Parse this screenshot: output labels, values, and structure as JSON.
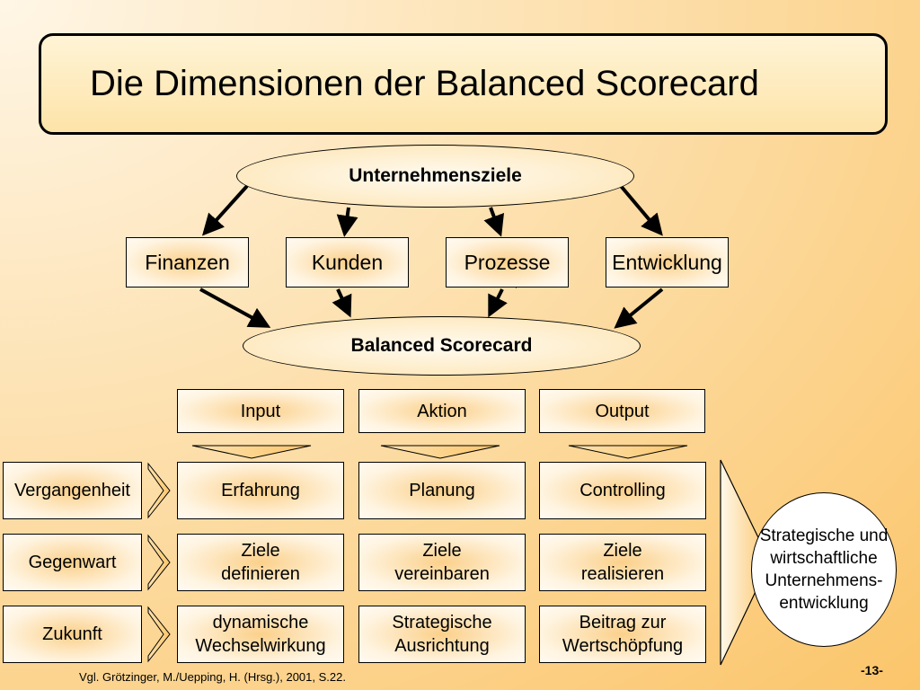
{
  "title": "Die Dimensionen der Balanced Scorecard",
  "top_ellipse": "Unternehmensziele",
  "perspectives": [
    "Finanzen",
    "Kunden",
    "Prozesse",
    "Entwicklung"
  ],
  "mid_ellipse": "Balanced Scorecard",
  "columns": [
    "Input",
    "Aktion",
    "Output"
  ],
  "rows": [
    {
      "label": "Vergangenheit",
      "cells": [
        "Erfahrung",
        "Planung",
        "Controlling"
      ]
    },
    {
      "label": "Gegenwart",
      "cells": [
        "Ziele definieren",
        "Ziele vereinbaren",
        "Ziele realisieren"
      ]
    },
    {
      "label": "Zukunft",
      "cells": [
        "dynamische Wechselwirkung",
        "Strategische Ausrichtung",
        "Beitrag zur Wertschöpfung"
      ]
    }
  ],
  "result": "Strategische und wirtschaftliche Unternehmens-entwicklung",
  "footnote": "Vgl. Grötzinger, M./Uepping, H. (Hrsg.), 2001, S.22.",
  "page_number": "-13-"
}
